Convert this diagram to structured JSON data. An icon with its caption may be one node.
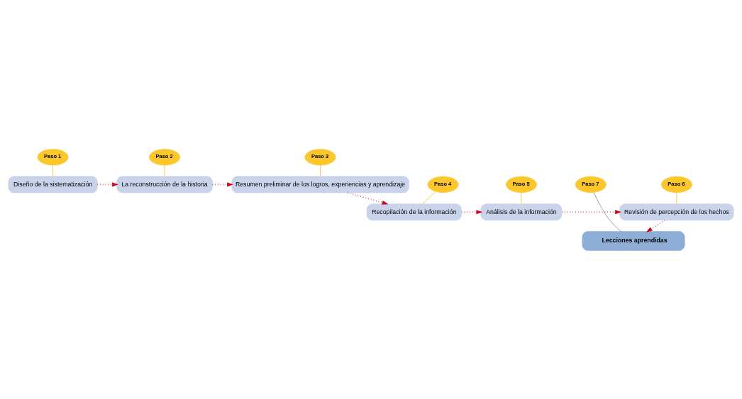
{
  "diagram": {
    "nodes": [
      {
        "text": [
          "Paso 1"
        ]
      },
      {
        "text": [
          "Paso 2"
        ]
      },
      {
        "text": [
          "Paso 3"
        ]
      },
      {
        "text": [
          "Diseño de la sistematización"
        ]
      },
      {
        "text": [
          "La reconstrucción de la historia"
        ]
      },
      {
        "text": [
          "Resumen preliminar de los logros, experiencias y aprendizaje"
        ]
      },
      {
        "text": [
          "Paso 5"
        ]
      },
      {
        "text": [
          "Revisión de percepción de los hechos"
        ]
      },
      {
        "text": [
          "Análisis de la información"
        ]
      },
      {
        "text": [
          "Recopilación de la información"
        ]
      },
      {
        "text": [
          "Paso 4"
        ]
      },
      {
        "text": [
          "Paso 6"
        ]
      },
      {
        "text": [
          "Paso 7"
        ]
      },
      {
        "text": [
          "Lecciones aprendidas"
        ]
      }
    ],
    "edges": [
      {
        "from": 3,
        "to": 4,
        "arrow": "to",
        "style": "dashed"
      },
      {
        "from": 4,
        "to": 5,
        "arrow": "to",
        "style": "dashed"
      },
      {
        "from": 5,
        "to": 9,
        "arrow": "to",
        "style": "dashed"
      },
      {
        "from": 9,
        "to": 8,
        "arrow": "to",
        "style": "dashed"
      },
      {
        "from": 8,
        "to": 7,
        "arrow": "to",
        "style": "dashed"
      },
      {
        "from": 7,
        "to": 13,
        "arrow": "to",
        "style": "dashed"
      },
      {
        "from": 0,
        "to": 3,
        "arrow": "none",
        "color": "#fcc72c"
      },
      {
        "from": 1,
        "to": 4,
        "arrow": "none",
        "color": "#fcc72c"
      },
      {
        "from": 2,
        "to": 5,
        "arrow": "none",
        "color": "#fcc72c"
      },
      {
        "from": 10,
        "to": 9,
        "arrow": "none",
        "color": "#fcc72c"
      },
      {
        "from": 6,
        "to": 8,
        "arrow": "none",
        "color": "#fcc72c"
      },
      {
        "from": 11,
        "to": 7,
        "arrow": "none",
        "color": "#fcc72c"
      },
      {
        "from": 12,
        "to": 13,
        "arrow": "none",
        "color": "#999999"
      }
    ]
  }
}
